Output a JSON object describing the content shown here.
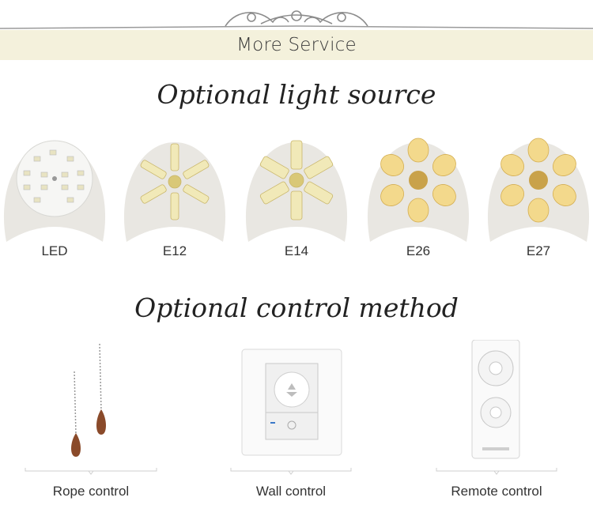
{
  "header": {
    "title": "More Service"
  },
  "light_section": {
    "title": "Optional light source",
    "items": [
      {
        "label": "LED",
        "image": "led-module-image"
      },
      {
        "label": "E12",
        "image": "e12-bulbs-image"
      },
      {
        "label": "E14",
        "image": "e14-bulbs-image"
      },
      {
        "label": "E26",
        "image": "e26-bulbs-image"
      },
      {
        "label": "E27",
        "image": "e27-bulbs-image"
      }
    ]
  },
  "control_section": {
    "title": "Optional control method",
    "items": [
      {
        "label": "Rope control",
        "image": "pull-chain-image"
      },
      {
        "label": "Wall control",
        "image": "wall-switch-image"
      },
      {
        "label": "Remote control",
        "image": "remote-image"
      }
    ]
  },
  "colors": {
    "banner_bg": "#f4f1dc",
    "bulb_bg": "#e9e6df",
    "ornament": "#9a9a9a"
  }
}
